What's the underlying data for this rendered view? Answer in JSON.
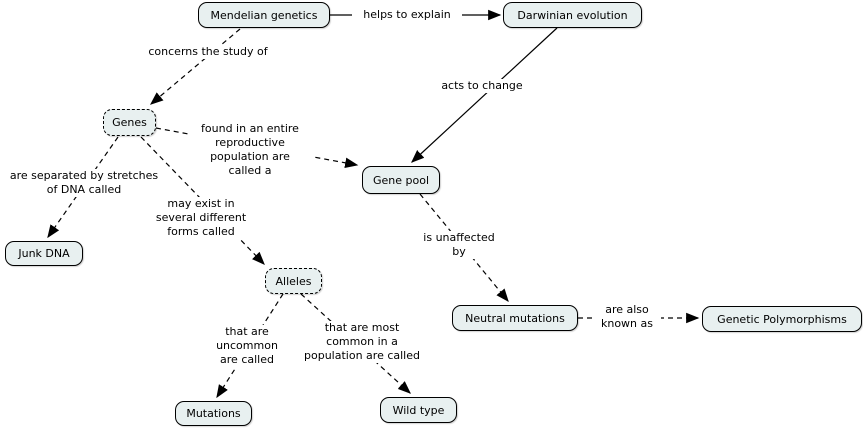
{
  "diagram": {
    "type": "concept-map",
    "topic": "Mendelian genetics and Darwinian evolution"
  },
  "colors": {
    "background": "#ffffff",
    "node_fill": "#e8f0f0",
    "node_border": "#000000",
    "line": "#000000",
    "text": "#000000"
  },
  "nodes": [
    {
      "id": "mendelian-genetics",
      "label": "Mendelian genetics",
      "border": "solid"
    },
    {
      "id": "darwinian-evolution",
      "label": "Darwinian evolution",
      "border": "solid"
    },
    {
      "id": "genes",
      "label": "Genes",
      "border": "dashed"
    },
    {
      "id": "gene-pool",
      "label": "Gene pool",
      "border": "solid"
    },
    {
      "id": "junk-dna",
      "label": "Junk DNA",
      "border": "solid"
    },
    {
      "id": "alleles",
      "label": "Alleles",
      "border": "dashed"
    },
    {
      "id": "neutral-mutations",
      "label": "Neutral mutations",
      "border": "solid"
    },
    {
      "id": "genetic-polymorphisms",
      "label": "Genetic Polymorphisms",
      "border": "solid"
    },
    {
      "id": "mutations",
      "label": "Mutations",
      "border": "solid"
    },
    {
      "id": "wild-type",
      "label": "Wild type",
      "border": "solid"
    }
  ],
  "edge_labels": [
    {
      "id": "helps-to-explain",
      "text": "helps to explain"
    },
    {
      "id": "concerns-the-study-of",
      "text": "concerns the study of"
    },
    {
      "id": "acts-to-change",
      "text": "acts to change"
    },
    {
      "id": "found-in-population",
      "text": "found in an entire\nreproductive\npopulation are\ncalled a"
    },
    {
      "id": "are-separated-by",
      "text": "are separated by stretches\nof DNA called"
    },
    {
      "id": "may-exist-in",
      "text": "may exist in\nseveral different\nforms called"
    },
    {
      "id": "is-unaffected-by",
      "text": "is unaffected\nby"
    },
    {
      "id": "are-also-known-as",
      "text": "are also\nknown as"
    },
    {
      "id": "that-are-uncommon",
      "text": "that are\nuncommon\nare called"
    },
    {
      "id": "that-are-most-common",
      "text": "that are most\ncommon in a\npopulation are called"
    }
  ],
  "edges": [
    {
      "from": "Mendelian genetics",
      "to": "Darwinian evolution",
      "label": "helps to explain",
      "style": "solid"
    },
    {
      "from": "Mendelian genetics",
      "to": "Genes",
      "label": "concerns the study of",
      "style": "dashed"
    },
    {
      "from": "Darwinian evolution",
      "to": "Gene pool",
      "label": "acts to change",
      "style": "solid"
    },
    {
      "from": "Genes",
      "to": "Gene pool",
      "label": "found in an entire reproductive population are called a",
      "style": "dashed"
    },
    {
      "from": "Genes",
      "to": "Junk DNA",
      "label": "are separated by stretches of DNA called",
      "style": "dashed"
    },
    {
      "from": "Genes",
      "to": "Alleles",
      "label": "may exist in several different forms called",
      "style": "dashed"
    },
    {
      "from": "Gene pool",
      "to": "Neutral mutations",
      "label": "is unaffected by",
      "style": "dashed"
    },
    {
      "from": "Neutral mutations",
      "to": "Genetic Polymorphisms",
      "label": "are also known as",
      "style": "dashed"
    },
    {
      "from": "Alleles",
      "to": "Mutations",
      "label": "that are uncommon are called",
      "style": "dashed"
    },
    {
      "from": "Alleles",
      "to": "Wild type",
      "label": "that are most common in a population are called",
      "style": "dashed"
    }
  ]
}
